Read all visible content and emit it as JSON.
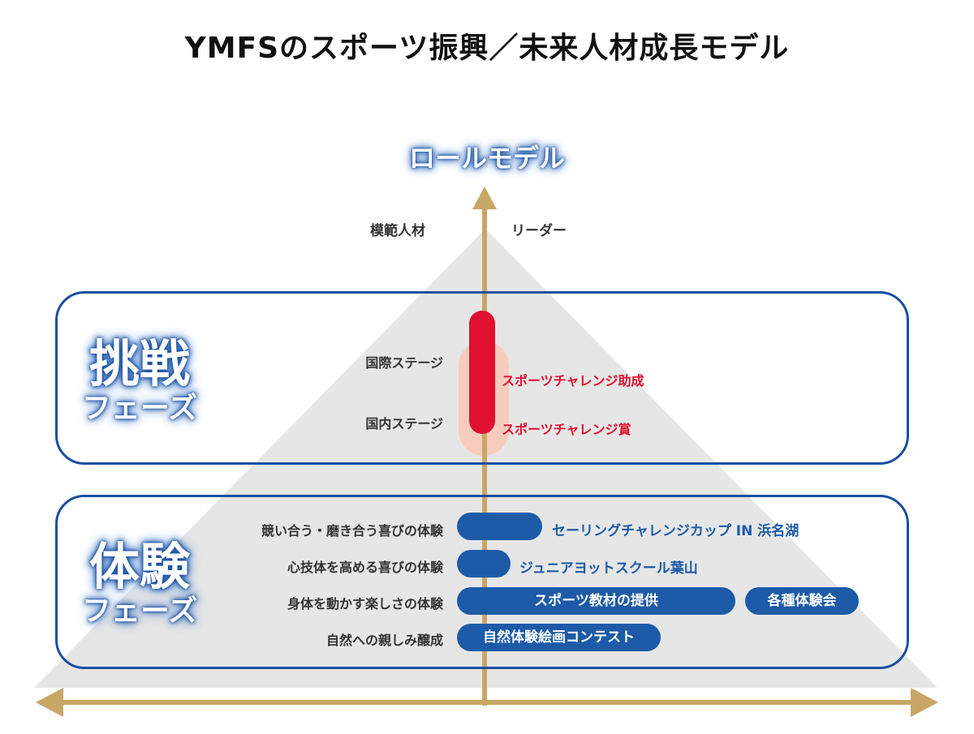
{
  "title": "YMFSのスポーツ振興／未来人材成長モデル",
  "role_model": "ロールモデル",
  "axis": {
    "left_label": "模範人材",
    "right_label": "リーダー"
  },
  "challenge_phase": {
    "title_kanji": "挑戦",
    "title_suffix": "フェーズ",
    "stages": [
      "国際ステージ",
      "国内ステージ"
    ],
    "programs": [
      "スポーツチャレンジ助成",
      "スポーツチャレンジ賞"
    ]
  },
  "experience_phase": {
    "title_kanji": "体験",
    "title_suffix": "フェーズ",
    "rows": [
      {
        "label": "競い合う・磨き合う喜びの体験",
        "program": "セーリングチャレンジカップ IN 浜名湖"
      },
      {
        "label": "心技体を高める喜びの体験",
        "program": "ジュニアヨットスクール葉山"
      },
      {
        "label": "身体を動かす楽しさの体験",
        "program": "スポーツ教材の提供",
        "extra": "各種体験会"
      },
      {
        "label": "自然への親しみ醸成",
        "program": "自然体験絵画コンテスト"
      }
    ]
  },
  "colors": {
    "brand_blue": "#1d5ba8",
    "red": "#e01030",
    "axis_gold": "#c8a666",
    "pyramid_gray": "#e6e6e6"
  }
}
